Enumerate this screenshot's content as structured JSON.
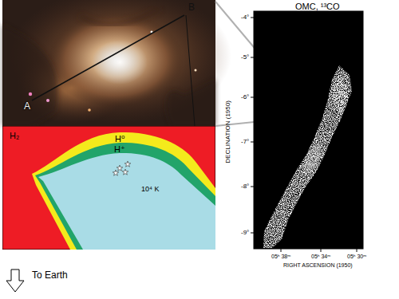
{
  "diagram": {
    "nodes": [
      {
        "text": [
          "H₂"
        ]
      },
      {
        "text": [
          "H⁰"
        ],
        "in": 0
      },
      {
        "text": [
          "H⁺"
        ],
        "in": 1
      },
      {
        "text": [
          "10⁴ K"
        ],
        "in": 2
      }
    ],
    "labels": [
      "A",
      "B",
      "OMC, ¹³CO",
      "DECLINATION (1950)",
      "-4°",
      "-5°",
      "-6°",
      "-7°",
      "-8°",
      "-9°",
      "05ʰ 38ᵐ",
      "05ʰ 34ᵐ",
      "05ʰ 30ᵐ",
      "RIGHT ASCENSION (1950)",
      "To Earth"
    ]
  }
}
